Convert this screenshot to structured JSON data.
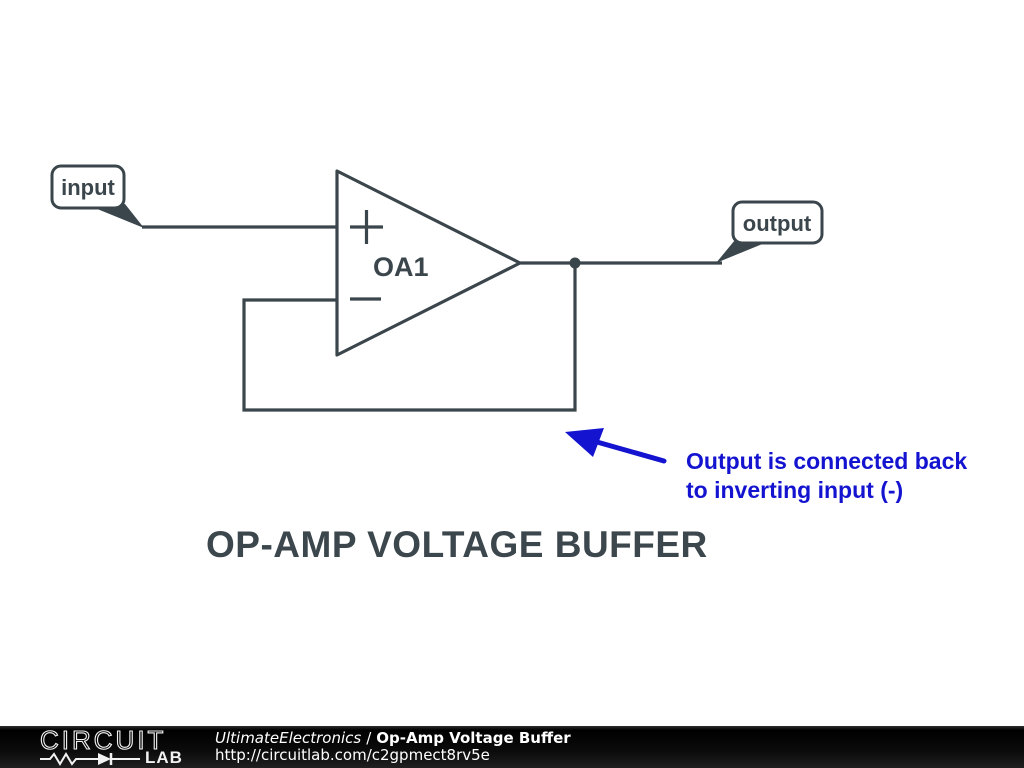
{
  "colors": {
    "circuit_stroke": "#3B464C",
    "annotation_blue": "#1414D0",
    "canvas_background": "#FFFFFF",
    "footer_background": "#000000",
    "footer_text": "#FFFFFF"
  },
  "schematic": {
    "input_label": "input",
    "output_label": "output",
    "opamp_name": "OA1"
  },
  "annotation": {
    "line1": "Output is connected back",
    "line2": "to inverting input (-)"
  },
  "title": "OP-AMP VOLTAGE BUFFER",
  "footer": {
    "logo_line1": "CIRCUIT",
    "logo_line2": "LAB",
    "author": "UltimateElectronics",
    "separator": "/",
    "circuit_title": "Op-Amp Voltage Buffer",
    "url": "http://circuitlab.com/c2gpmect8rv5e"
  }
}
